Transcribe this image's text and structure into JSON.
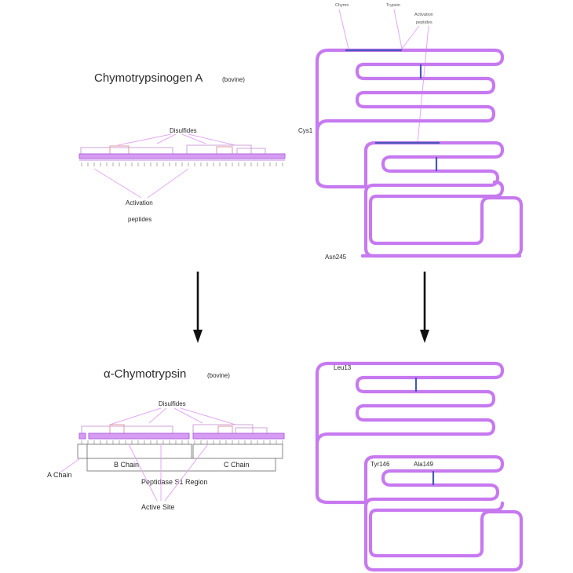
{
  "top_left": {
    "title": "Chymotrypsinogen A",
    "title_suffix": "(bovine)",
    "disulfides_label": "Disulfides",
    "activation_label_1": "Activation",
    "activation_label_2": "peptides"
  },
  "bottom_left": {
    "title": "α-Chymotrypsin",
    "title_suffix": "(bovine)",
    "disulfides_label": "Disulfides",
    "a_chain": "A Chain",
    "b_chain": "B Chain",
    "c_chain": "C Chain",
    "s1_region": "Peptidase S1 Region",
    "active_site": "Active Site"
  },
  "top_right": {
    "chymo_label": "Chymo",
    "trypsin_label": "Trypsin",
    "activation_1": "Activation",
    "activation_2": "peptides",
    "cys1": "Cys1",
    "asn245": "Asn245"
  },
  "bottom_right": {
    "leu13": "Leu13",
    "tyr146": "Tyr146",
    "ala149": "Ala149"
  },
  "colors": {
    "backbone": "#c779f0",
    "disulfide_bridge": "#4a58b8",
    "arrow": "#111111"
  }
}
